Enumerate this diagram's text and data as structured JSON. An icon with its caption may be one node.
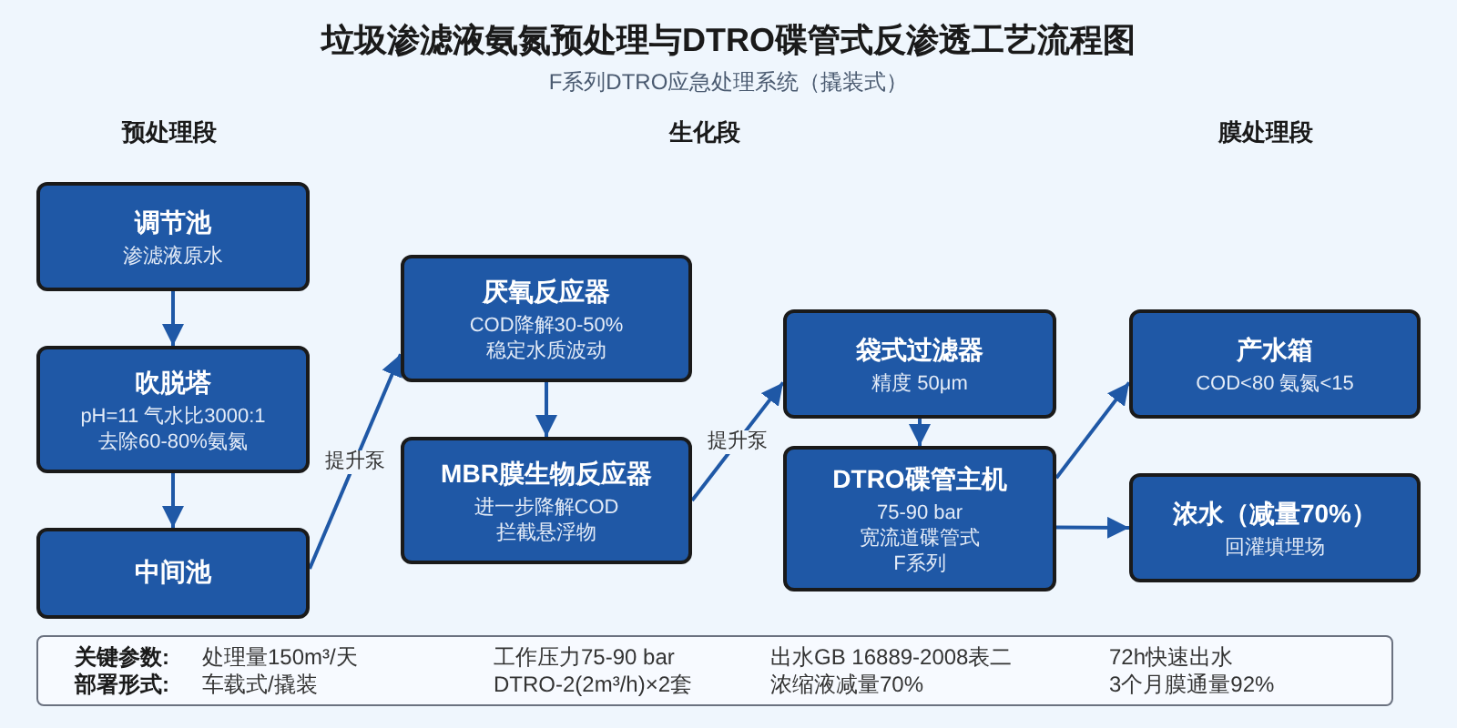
{
  "diagram": {
    "title": "垃圾渗滤液氨氮预处理与DTRO碟管式反渗透工艺流程图",
    "nodes": [
      {
        "text": [
          "调节池",
          "渗滤液原水"
        ]
      },
      {
        "text": [
          "吹脱塔",
          "pH=11 气水比3000:1",
          "去除60-80%氨氮"
        ]
      },
      {
        "text": [
          "中间池"
        ]
      },
      {
        "text": [
          "厌氧反应器",
          "COD降解30-50%",
          "稳定水质波动"
        ]
      },
      {
        "text": [
          "MBR膜生物反应器",
          "进一步降解COD",
          "拦截悬浮物"
        ]
      },
      {
        "text": [
          "袋式过滤器",
          "精度 50μm"
        ]
      },
      {
        "text": [
          "DTRO碟管主机",
          "75-90 bar",
          "宽流道碟管式",
          "F系列"
        ]
      },
      {
        "text": [
          "产水箱",
          "COD<80 氨氮<15"
        ]
      },
      {
        "text": [
          "浓水（减量70%）",
          "回灌填埋场"
        ]
      }
    ],
    "edges": [
      {
        "from": 0,
        "to": 1,
        "arrow": "to"
      },
      {
        "from": 1,
        "to": 2,
        "arrow": "to"
      },
      {
        "from": 2,
        "to": 3,
        "arrow": "to",
        "label": "提升泵"
      },
      {
        "from": 3,
        "to": 4,
        "arrow": "to"
      },
      {
        "from": 4,
        "to": 5,
        "arrow": "to",
        "label": "提升泵"
      },
      {
        "from": 5,
        "to": 6,
        "arrow": "to"
      },
      {
        "from": 6,
        "to": 7,
        "arrow": "to"
      },
      {
        "from": 6,
        "to": 8,
        "arrow": "to"
      }
    ],
    "labels": [
      "F系列DTRO应急处理系统（撬装式）",
      "预处理段",
      "生化段",
      "膜处理段",
      "关键参数:",
      "处理量150m³/天",
      "工作压力75-90 bar",
      "出水GB 16889-2008表二",
      "72h快速出水",
      "部署形式:",
      "车载式/撬装",
      "DTRO-2(2m³/h)×2套",
      "浓缩液减量70%",
      "3个月膜通量92%"
    ]
  }
}
